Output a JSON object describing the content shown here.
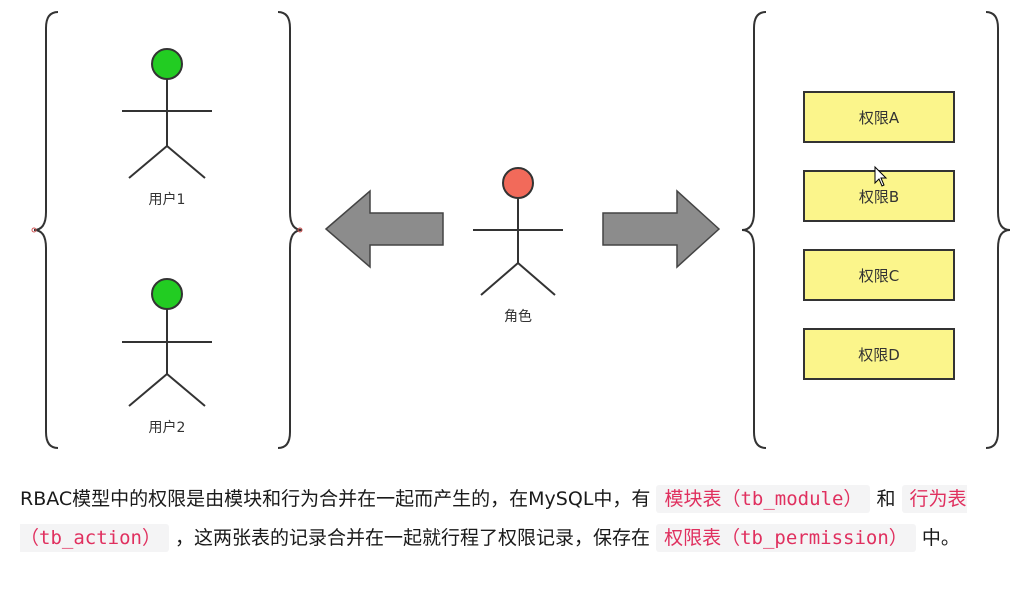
{
  "diagram": {
    "users": [
      {
        "label": "用户1",
        "head_color": "#22cc22"
      },
      {
        "label": "用户2",
        "head_color": "#22cc22"
      }
    ],
    "role": {
      "label": "角色",
      "head_color": "#f26a5a"
    },
    "permissions": [
      {
        "label": "权限A"
      },
      {
        "label": "权限B"
      },
      {
        "label": "权限C"
      },
      {
        "label": "权限D"
      }
    ],
    "colors": {
      "permission_fill": "#fbf58b",
      "permission_border": "#333333",
      "arrow_fill": "#8c8c8c",
      "code_text": "#e0305f",
      "code_bg": "#f4f4f5"
    }
  },
  "description": {
    "seg1": "RBAC模型中的权限是由模块和行为合并在一起而产生的，在MySQL中，有",
    "code1": "模块表（tb_module）",
    "seg2": "和",
    "code2": "行为表（tb_action）",
    "seg3": "，这两张表的记录合并在一起就行程了权限记录，保存在",
    "code3": "权限表（tb_permission）",
    "seg4": "中。"
  }
}
